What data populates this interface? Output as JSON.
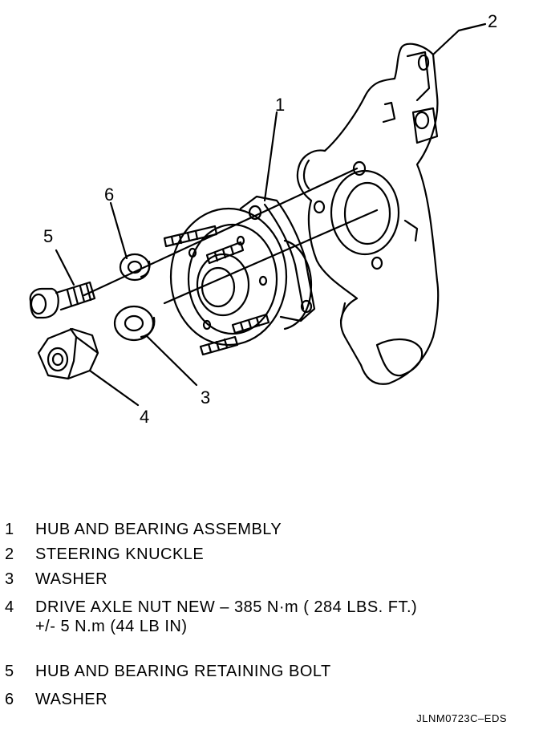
{
  "callouts": {
    "c1": "1",
    "c2": "2",
    "c3": "3",
    "c4": "4",
    "c5": "5",
    "c6": "6"
  },
  "legend": [
    {
      "num": "1",
      "line1": "HUB AND BEARING ASSEMBLY",
      "line2": ""
    },
    {
      "num": "2",
      "line1": "STEERING KNUCKLE",
      "line2": ""
    },
    {
      "num": "3",
      "line1": "WASHER",
      "line2": ""
    },
    {
      "num": "4",
      "line1": "DRIVE AXLE NUT NEW – 385 N·m ( 284 LBS. FT.)",
      "line2": "+/- 5 N.m (44 LB IN)"
    },
    {
      "num": "5",
      "line1": "HUB AND BEARING RETAINING BOLT",
      "line2": ""
    },
    {
      "num": "6",
      "line1": "WASHER",
      "line2": ""
    }
  ],
  "figure_id": "JLNM0723C–EDS"
}
